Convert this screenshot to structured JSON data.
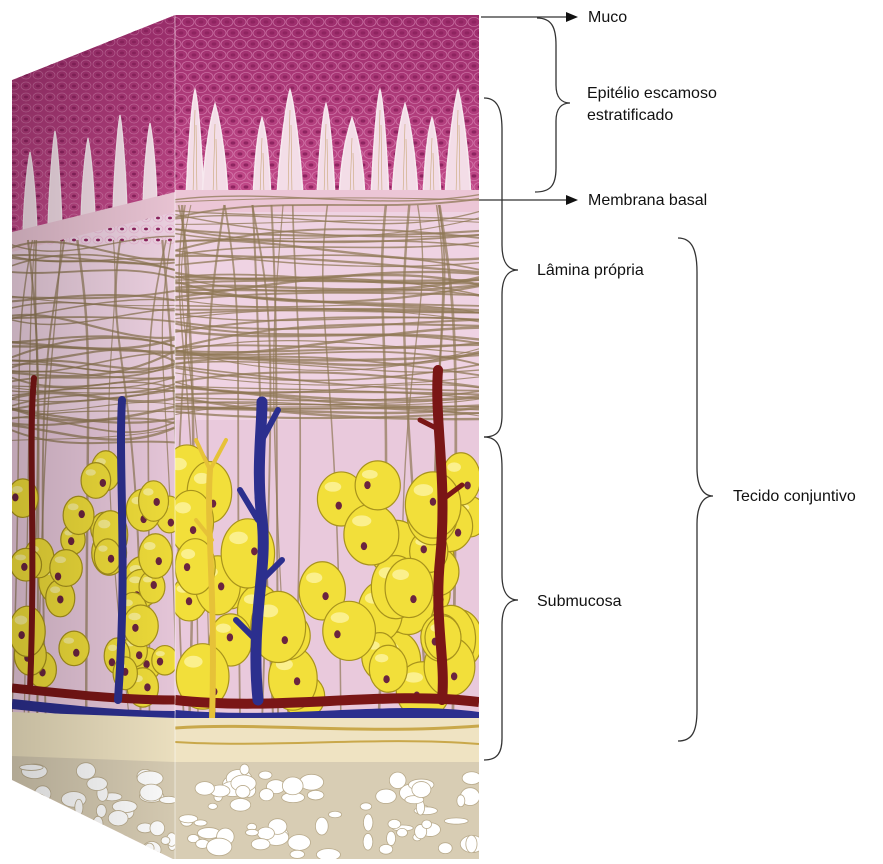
{
  "labels": {
    "muco": "Muco",
    "epitelio_line1": "Epitélio escamoso",
    "epitelio_line2": "estratificado",
    "membrana_basal": "Membrana basal",
    "lamina_propria": "Lâmina própria",
    "submucosa": "Submucosa",
    "tecido_conjuntivo": "Tecido conjuntivo"
  },
  "colors": {
    "epithelium": "#b83a7e",
    "epithelium_dark": "#8e2460",
    "epithelium_cell_line": "#e59ac4",
    "basal_zone": "#ecc6d6",
    "lamina_bg": "#efd3e3",
    "fibers": "#8f7856",
    "fat_cell": "#f2df3a",
    "fat_cell_edge": "#a8931c",
    "fat_nucleus": "#6b2440",
    "vein": "#2c2f8e",
    "artery": "#7a1616",
    "nerve": "#e6c238",
    "bone": "#d8cdb4",
    "bone_pore": "#ffffff",
    "bracket": "#333333"
  }
}
